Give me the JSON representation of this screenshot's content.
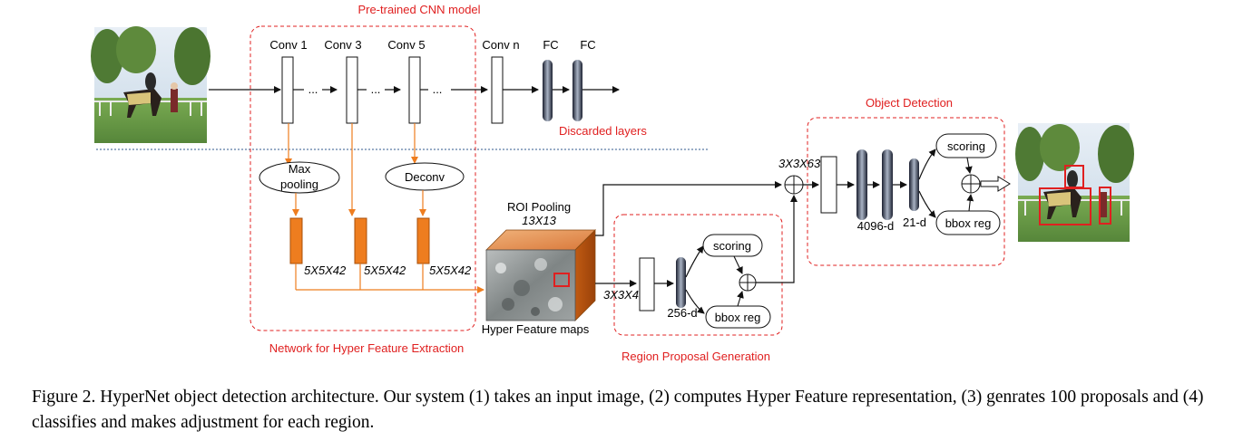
{
  "labels": {
    "pretrained_title": "Pre-trained CNN model",
    "conv1": "Conv 1",
    "conv3": "Conv 3",
    "conv5": "Conv 5",
    "convn": "Conv n",
    "fc1": "FC",
    "fc2": "FC",
    "ellipsis": "...",
    "discarded": "Discarded layers",
    "max_pooling_line1": "Max",
    "max_pooling_line2": "pooling",
    "deconv": "Deconv",
    "size1": "5X5X42",
    "size2": "5X5X42",
    "size3": "5X5X42",
    "hyper_extraction": "Network for Hyper Feature Extraction",
    "roi_pooling": "ROI Pooling",
    "roi_size": "13X13",
    "hyper_maps": "Hyper Feature maps",
    "rpg_kernel": "3X3X4",
    "rpg_256": "256-d",
    "rpg_scoring": "scoring",
    "rpg_bbox": "bbox reg",
    "rpg_title": "Region Proposal Generation",
    "od_title": "Object Detection",
    "od_kernel": "3X3X63",
    "od_4096": "4096-d",
    "od_21": "21-d",
    "od_scoring": "scoring",
    "od_bbox": "bbox reg"
  },
  "colors": {
    "accent_red": "#e02020",
    "orange": "#ee7d1f",
    "grass": "#6f9e48",
    "sky": "#dbe7f2"
  },
  "caption": "Figure 2. HyperNet object detection architecture. Our system (1) takes an input image, (2) computes Hyper Feature representation, (3) genrates 100 proposals and (4) classifies and makes adjustment for each region."
}
